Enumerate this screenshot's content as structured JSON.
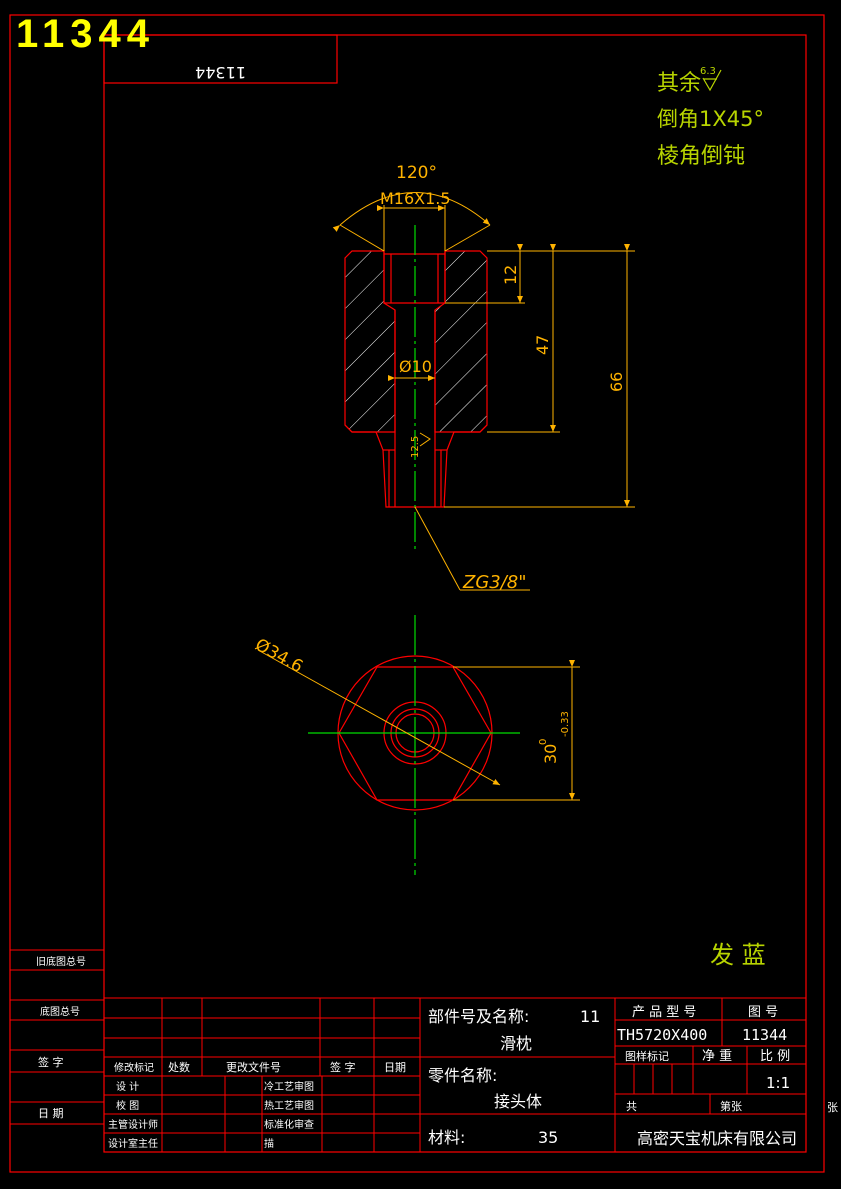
{
  "drawing_number_large": "11344",
  "mirrored_number": "11344",
  "notes": {
    "roughness_note": "其余",
    "roughness_value": "6.3",
    "chamfer_note": "倒角1X45°",
    "edge_note": "棱角倒钝"
  },
  "dimensions": {
    "angle": "120°",
    "thread": "M16X1.5",
    "depth_12": "12",
    "depth_47": "47",
    "length_66": "66",
    "bore_dia": "Ø10",
    "inner_roughness": "12.5",
    "pipe_thread": "ZG3/8\"",
    "hex_corner_dia": "Ø34.6",
    "hex_flat": "30",
    "hex_tol_upper": "0",
    "hex_tol_lower": "-0.33"
  },
  "finish_note": "发 蓝",
  "left_column": [
    "旧底图总号",
    "底图总号",
    "签  字",
    "日  期"
  ],
  "revision_block": {
    "headers": [
      "修改标记",
      "处数",
      "更改文件号",
      "签  字",
      "日期"
    ],
    "roles": [
      "设    计",
      "校    图",
      "主管设计师",
      "设计室主任"
    ],
    "roles2": [
      "冷工艺审图",
      "热工艺审图",
      "标准化审查",
      "描"
    ]
  },
  "part_info": {
    "assembly_label": "部件号及名称:",
    "assembly_no": "11",
    "assembly_name": "滑枕",
    "part_label": "零件名称:",
    "part_name": "接头体",
    "material_label": "材料:",
    "material": "35"
  },
  "title_block": {
    "product_model_label": "产 品 型 号",
    "drawing_no_label": "图  号",
    "product_model": "TH5720X400",
    "drawing_no": "11344",
    "drawing_mark_label": "图样标记",
    "net_weight_label": "净 重",
    "scale_label": "比 例",
    "scale": "1:1",
    "total_label": "共",
    "sheet_label": "第张",
    "company": "高密天宝机床有限公司",
    "side_mark": "张"
  },
  "colors": {
    "frame": "#ff0000",
    "text_yellow": "#ffff00",
    "dim": "#ffb300",
    "centerline": "#00dd00",
    "note": "#b8d400"
  }
}
